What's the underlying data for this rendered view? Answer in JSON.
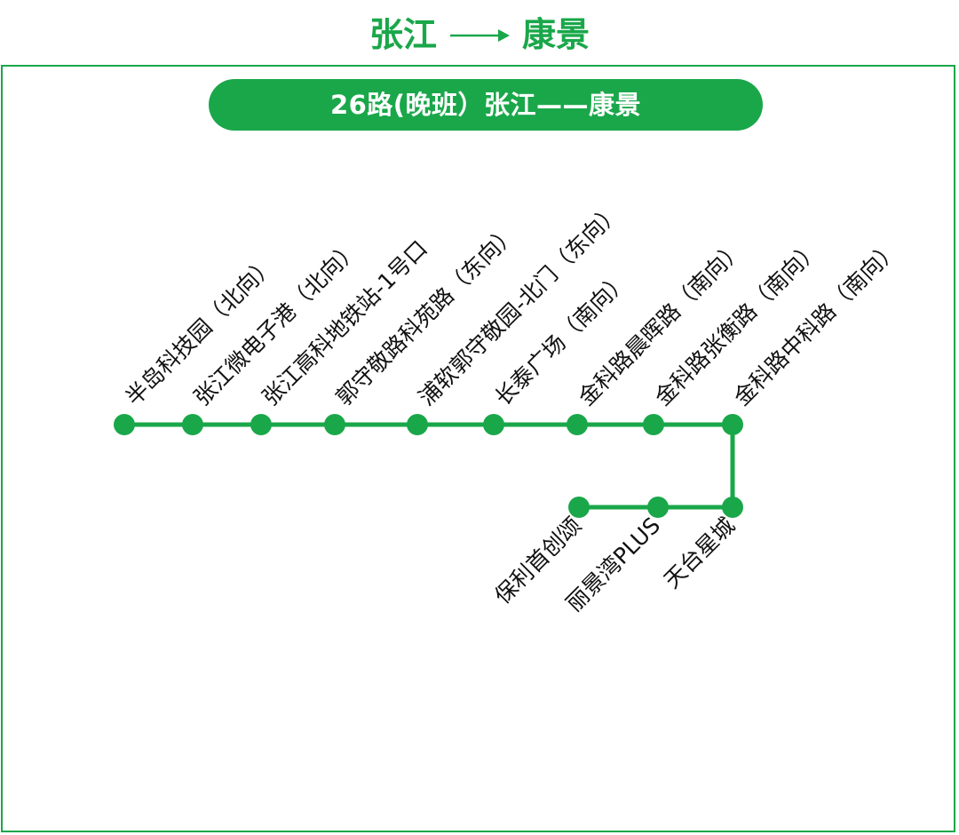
{
  "header": {
    "from": "张江",
    "to": "康景"
  },
  "route": {
    "label": "26路(晚班）张江——康景"
  },
  "colors": {
    "accent": "#1aa74a",
    "text": "#111111",
    "background": "#ffffff"
  },
  "stops_upper": [
    "半岛科技园（北向）",
    "张江微电子港（北向）",
    "张江高科地铁站-1号口",
    "郭守敬路科苑路（东向）",
    "浦软郭守敬园-北门（东向）",
    "长泰广场（南向）",
    "金科路晨晖路（南向）",
    "金科路张衡路（南向）",
    "金科路中科路（南向）"
  ],
  "stops_lower": [
    "保利首创颂",
    "丽景湾PLUS",
    "天台星城"
  ]
}
